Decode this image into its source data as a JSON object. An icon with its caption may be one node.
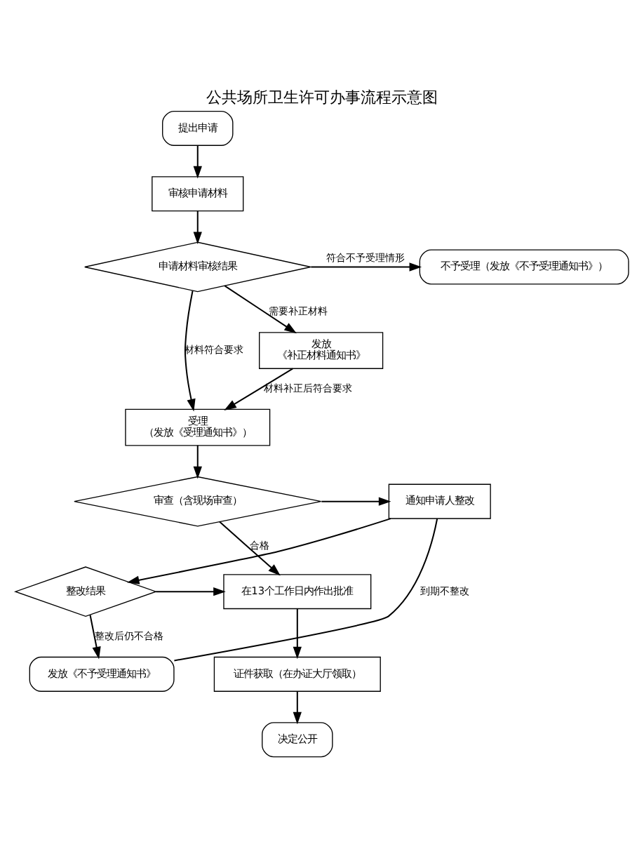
{
  "diagram": {
    "title": "公共场所卫生许可办事流程示意图",
    "nodes": [
      {
        "text": [
          "提出申请"
        ]
      },
      {
        "text": [
          "审核申请材料"
        ]
      },
      {
        "text": [
          "申请材料审核结果"
        ]
      },
      {
        "text": [
          "发放",
          "《补正材料通知书》"
        ]
      },
      {
        "text": [
          "不予受理（发放《不予受理通知书》）"
        ]
      },
      {
        "text": [
          "受理",
          "（发放《受理通知书》）"
        ]
      },
      {
        "text": [
          "审查（含现场审查）"
        ]
      },
      {
        "text": [
          "通知申请人整改"
        ]
      },
      {
        "text": [
          "在13个工作日内作出批准"
        ]
      },
      {
        "text": [
          "整改结果"
        ]
      },
      {
        "text": [
          "证件获取（在办证大厅领取）"
        ]
      },
      {
        "text": [
          "发放《不予受理通知书》"
        ]
      },
      {
        "text": [
          "决定公开"
        ]
      }
    ],
    "edges": [
      {
        "from": 0,
        "to": 1,
        "arrow": "to"
      },
      {
        "from": 1,
        "to": 2,
        "arrow": "to"
      },
      {
        "from": 2,
        "to": 3,
        "arrow": "to",
        "label": "需要补正材料"
      },
      {
        "from": 2,
        "to": 4,
        "arrow": "to",
        "label": "符合不予受理情形"
      },
      {
        "from": 2,
        "to": 5,
        "arrow": "to",
        "label": "材料符合要求"
      },
      {
        "from": 3,
        "to": 5,
        "arrow": "to",
        "label": "材料补正后符合要求"
      },
      {
        "from": 5,
        "to": 6,
        "arrow": "to"
      },
      {
        "from": 6,
        "to": 7,
        "arrow": "to"
      },
      {
        "from": 6,
        "to": 8,
        "arrow": "to",
        "label": "合格"
      },
      {
        "from": 7,
        "to": 9,
        "arrow": "to"
      },
      {
        "from": 9,
        "to": 8,
        "arrow": "to"
      },
      {
        "from": 9,
        "to": 11,
        "arrow": "to",
        "label": "整改后仍不合格"
      },
      {
        "from": 7,
        "to": 11,
        "arrow": "none",
        "label": "到期不整改"
      },
      {
        "from": 8,
        "to": 10,
        "arrow": "to"
      },
      {
        "from": 10,
        "to": 12,
        "arrow": "to"
      }
    ]
  }
}
